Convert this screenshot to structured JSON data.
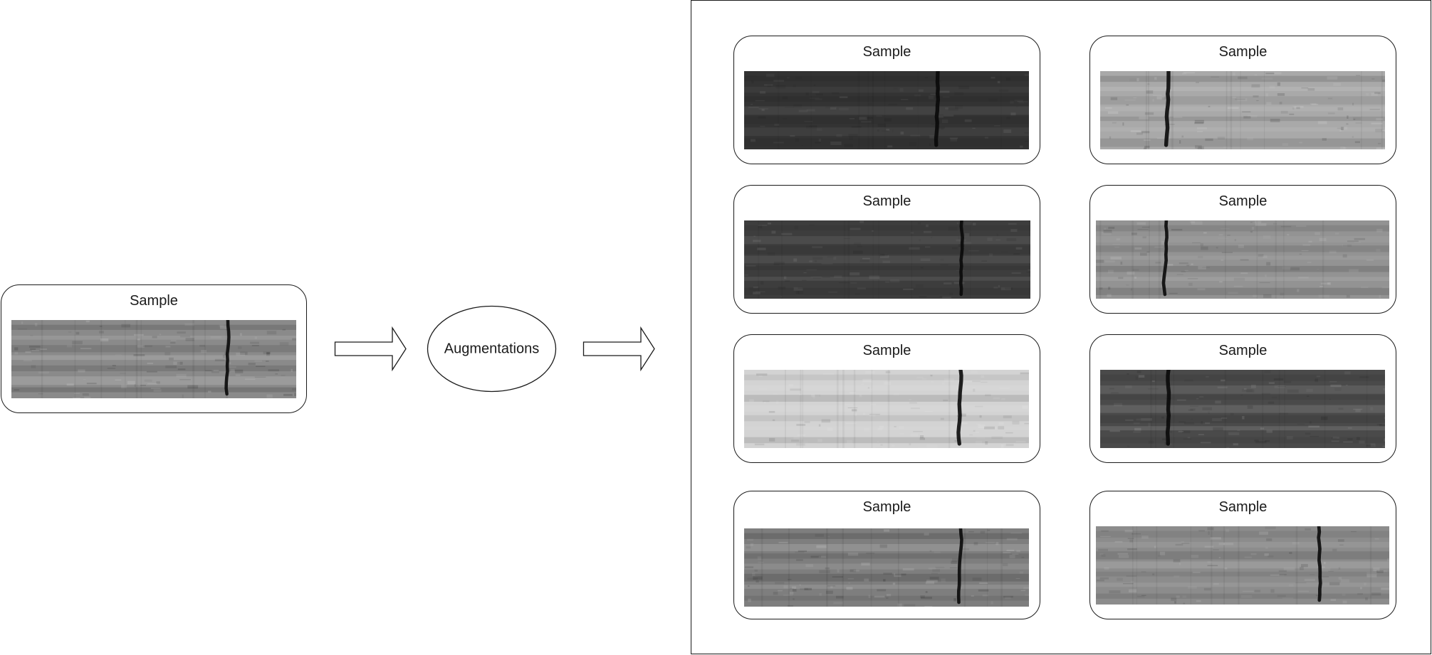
{
  "input_sample": {
    "label": "Sample",
    "texture": {
      "tone": "#8a8a8a",
      "contrast": 1.0,
      "crack_position": 0.76
    }
  },
  "augmentation_node": {
    "label": "Augmentations"
  },
  "output_samples": [
    {
      "label": "Sample",
      "texture": {
        "tone": "#333333",
        "contrast": 0.55,
        "crack_position": 0.68
      }
    },
    {
      "label": "Sample",
      "texture": {
        "tone": "#a9a9a9",
        "contrast": 1.0,
        "crack_position": 0.24
      }
    },
    {
      "label": "Sample",
      "texture": {
        "tone": "#3d3d3d",
        "contrast": 0.6,
        "crack_position": 0.76
      }
    },
    {
      "label": "Sample",
      "texture": {
        "tone": "#939393",
        "contrast": 0.85,
        "crack_position": 0.24
      }
    },
    {
      "label": "Sample",
      "texture": {
        "tone": "#d3d3d3",
        "contrast": 0.75,
        "crack_position": 0.76
      }
    },
    {
      "label": "Sample",
      "texture": {
        "tone": "#4a4a4a",
        "contrast": 0.8,
        "crack_position": 0.24
      }
    },
    {
      "label": "Sample",
      "texture": {
        "tone": "#7e7e7e",
        "contrast": 1.0,
        "crack_position": 0.76
      }
    },
    {
      "label": "Sample",
      "texture": {
        "tone": "#8c8c8c",
        "contrast": 0.9,
        "crack_position": 0.76
      }
    }
  ]
}
